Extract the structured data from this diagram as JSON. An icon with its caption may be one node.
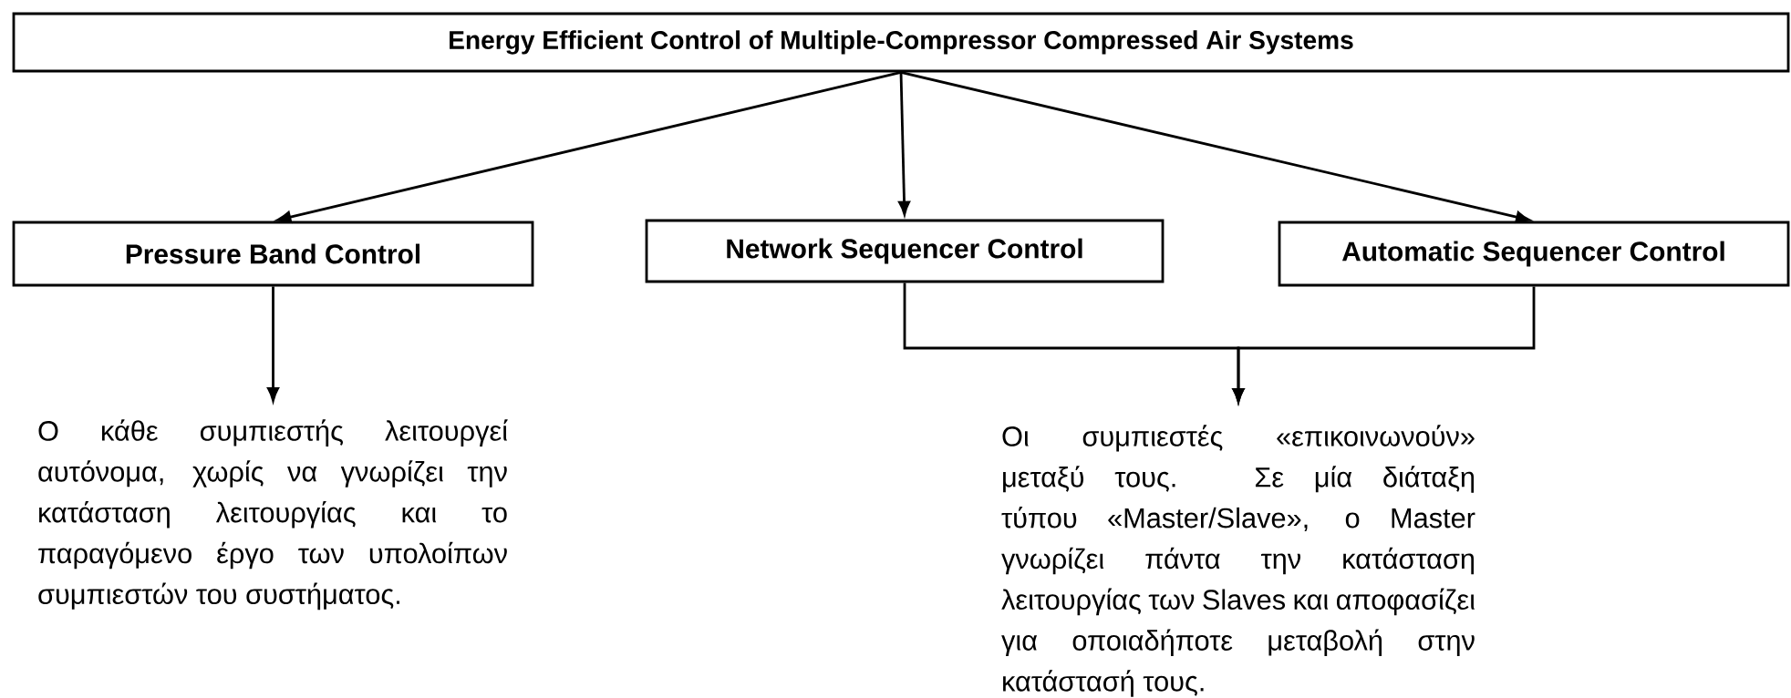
{
  "diagram": {
    "nodes": [
      {
        "text": [
          "Energy Efficient Control of Multiple-Compressor Compressed Air Systems"
        ]
      },
      {
        "text": [
          "Pressure Band Control"
        ]
      },
      {
        "text": [
          "Network Sequencer Control"
        ]
      },
      {
        "text": [
          "Automatic Sequencer Control"
        ]
      },
      {
        "text": [
          "Ο κάθε συμπιεστής λειτουργεί αυτόνομα, χωρίς να γνωρίζει την κατάσταση λειτουργίας και το παραγόμενο έργο των υπολοίπων συμπιεστών του συστήματος."
        ]
      },
      {
        "text": [
          "Οι συμπιεστές «επικοινωνούν» μεταξύ τους. Σε μία διάταξη τύπου «Master/Slave», ο Master γνωρίζει πάντα την κατάσταση λειτουργίας των Slaves και αποφασίζει για οποιαδήποτε μεταβολή στην κατάστασή τους."
        ]
      }
    ],
    "edges": [
      {
        "from": 0,
        "to": 1,
        "arrow": "to"
      },
      {
        "from": 0,
        "to": 2,
        "arrow": "to"
      },
      {
        "from": 0,
        "to": 3,
        "arrow": "to"
      },
      {
        "from": 1,
        "to": 4,
        "arrow": "to"
      },
      {
        "from": 2,
        "to": 5,
        "arrow": "to"
      },
      {
        "from": 3,
        "to": 5,
        "arrow": "to"
      }
    ]
  }
}
